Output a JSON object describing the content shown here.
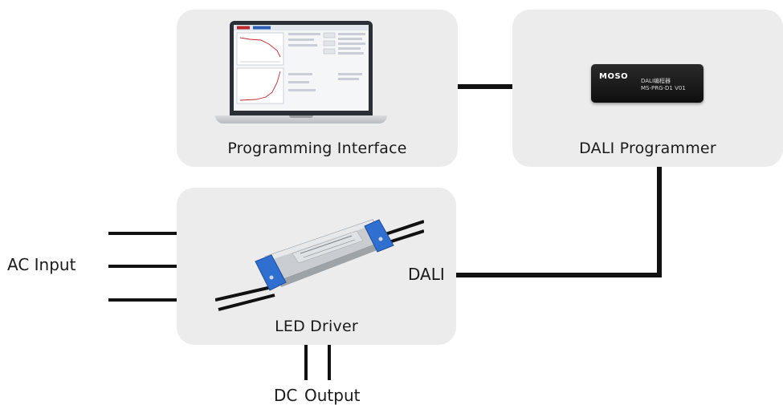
{
  "boxes": {
    "programming_interface": {
      "label": "Programming Interface"
    },
    "dali_programmer": {
      "label": "DALI Programmer"
    },
    "led_driver": {
      "label": "LED Driver"
    }
  },
  "external_labels": {
    "ac_input": "AC Input",
    "dali": "DALI",
    "dc": "DC",
    "output": "Output"
  },
  "device": {
    "brand": "MOSO",
    "model_line1": "DALI编程器",
    "model_line2": "MS-PRG-D1 V01"
  },
  "colors": {
    "box_background": "#ececec",
    "wire": "#111111",
    "driver_end_cap": "#2f6fd0"
  }
}
